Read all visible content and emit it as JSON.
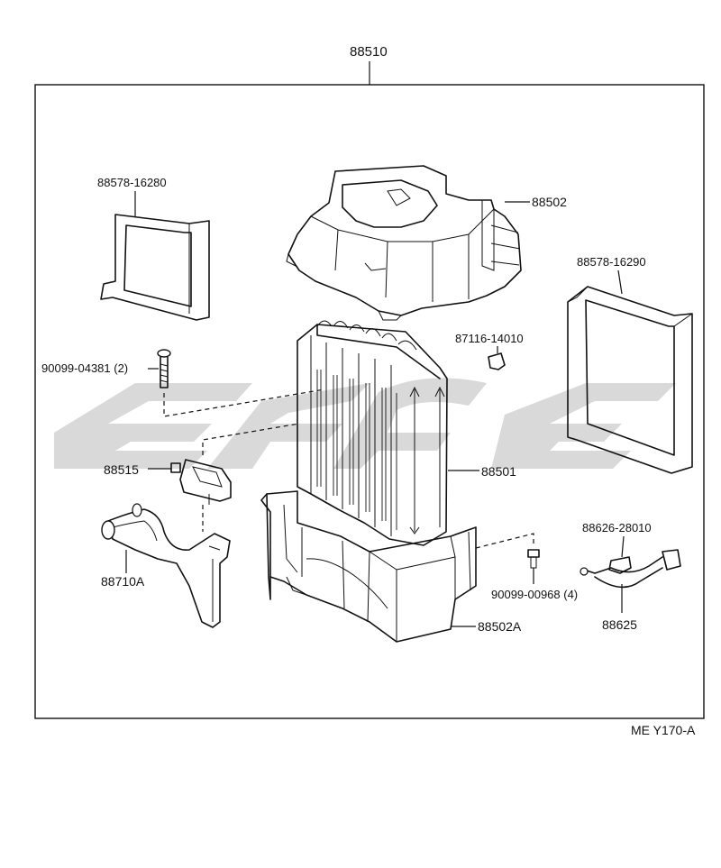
{
  "diagram": {
    "assembly_label": "88510",
    "reference_code": "ME Y170-A",
    "labels": {
      "seal_left": "88578-16280",
      "upper_case": "88502",
      "seal_right": "88578-16290",
      "clip": "87116-14010",
      "bolt": "90099-04381 (2)",
      "expansion_valve": "88515",
      "evaporator": "88501",
      "tube": "88710A",
      "screw": "90099-00968 (4)",
      "thermistor_clamp": "88626-28010",
      "thermistor": "88625",
      "lower_case": "88502A"
    }
  }
}
